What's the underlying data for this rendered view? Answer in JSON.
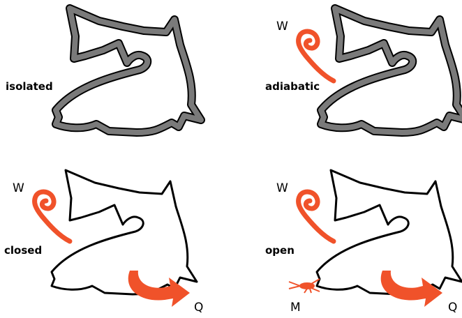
{
  "panels": [
    {
      "id": "isolated",
      "label": "isolated",
      "work_label": "",
      "heat_label": "",
      "mass_label": ""
    },
    {
      "id": "adiabatic",
      "label": "adiabatic",
      "work_label": "W",
      "heat_label": "",
      "mass_label": ""
    },
    {
      "id": "closed",
      "label": "closed",
      "work_label": "W",
      "heat_label": "Q",
      "mass_label": ""
    },
    {
      "id": "open",
      "label": "open",
      "work_label": "W",
      "heat_label": "Q",
      "mass_label": "M"
    }
  ],
  "colors": {
    "insulated_wall": "#7a7a7a",
    "outline": "#000000",
    "arrow": "#f0522a"
  },
  "icons": [
    "fish-outline",
    "spiral-work-icon",
    "curved-heat-arrow-icon",
    "shrimp-icon"
  ]
}
